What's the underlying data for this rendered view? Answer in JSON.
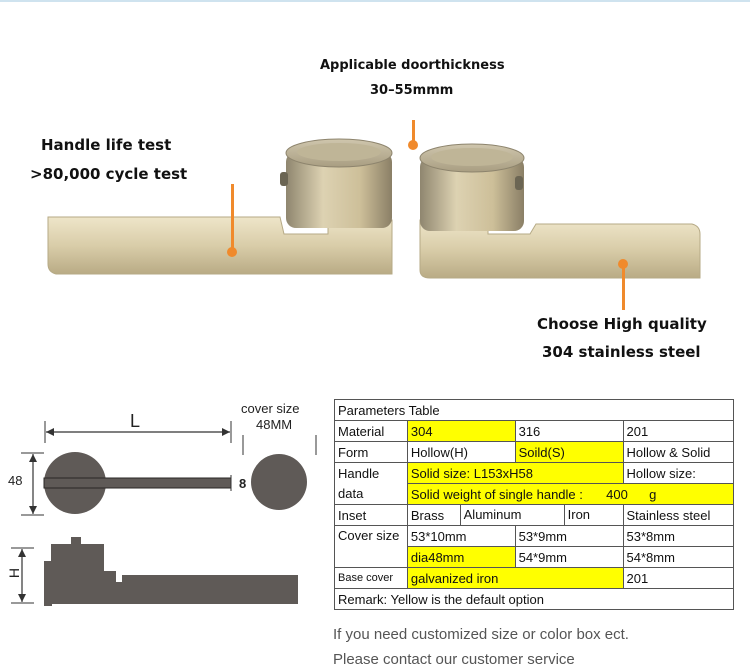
{
  "callouts": {
    "door_thickness_title": "Applicable doorthickness",
    "door_thickness_value": "30–55mmm",
    "life_test_title": "Handle life test",
    "life_test_value": ">80,000 cycle test",
    "quality_title": "Choose High quality",
    "quality_value": "304 stainless steel"
  },
  "drawing": {
    "length_label": "L",
    "cover_size_label": "cover size",
    "cover_size_value": "48MM",
    "height_label": "48",
    "thickness_label": "8",
    "side_height_label": "H"
  },
  "table": {
    "title": "Parameters Table",
    "material": {
      "label": "Material",
      "options": [
        "304",
        "316",
        "201"
      ]
    },
    "form": {
      "label": "Form",
      "options": [
        "Hollow(H)",
        "Soild(S)",
        "Hollow & Solid"
      ]
    },
    "handle_data": {
      "label_line1": "Handle",
      "label_line2": "data",
      "solid_size": "Solid size: L153xH58",
      "hollow_size": "Hollow size:",
      "solid_weight_label": "Solid weight of single handle :",
      "solid_weight_value": "400",
      "solid_weight_unit": "g"
    },
    "inset": {
      "label": "Inset",
      "options": [
        "Brass",
        "Aluminum",
        "Iron",
        "Stainless steel"
      ]
    },
    "cover_size": {
      "label": "Cover size",
      "row1": [
        "53*10mm",
        "53*9mm",
        "53*8mm"
      ],
      "row2": [
        "dia48mm",
        "54*9mm",
        "54*8mm"
      ]
    },
    "base_cover": {
      "label": "Base cover",
      "options": [
        "galvanized iron",
        "201"
      ]
    },
    "remark": "Remark: Yellow is the default option"
  },
  "footer": {
    "line1": "If you need customized size or color box ect.",
    "line2": "Please contact our customer service"
  },
  "colors": {
    "highlight": "#ffff00",
    "accent_orange": "#f08a2c",
    "handle_gold": "#d8cca8",
    "drawing_gray": "#5f5a57"
  }
}
